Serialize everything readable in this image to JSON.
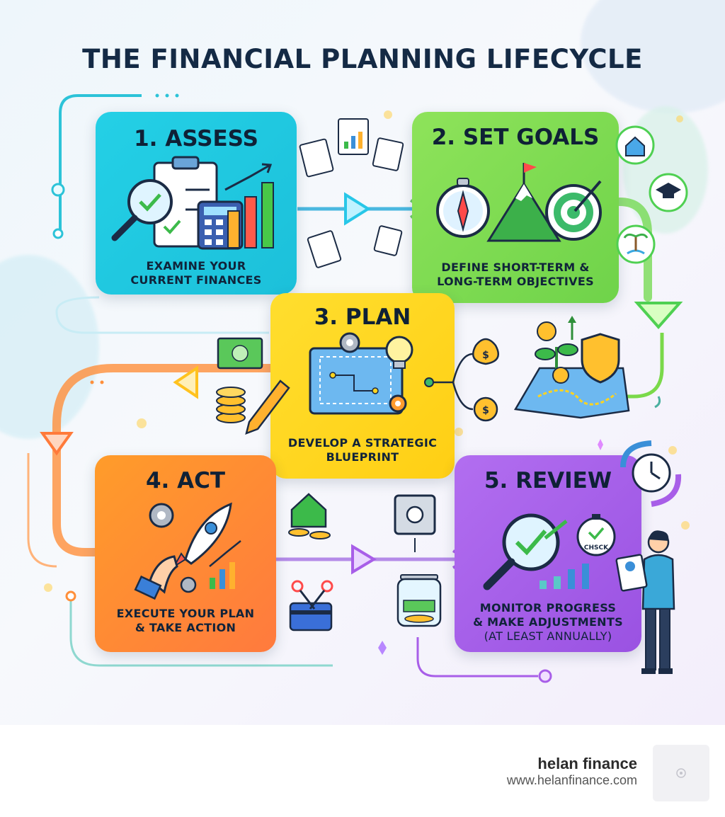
{
  "title": "THE FINANCIAL PLANNING LIFECYCLE",
  "steps": [
    {
      "title": "1. ASSESS",
      "desc_lines": [
        "EXAMINE YOUR",
        "CURRENT FINANCES"
      ]
    },
    {
      "title": "2. SET GOALS",
      "desc_lines": [
        "DEFINE SHORT-TERM &",
        "LONG-TERM OBJECTIVES"
      ]
    },
    {
      "title": "3. PLAN",
      "desc_lines": [
        "DEVELOP A STRATEGIC",
        "BLUEPRINT"
      ]
    },
    {
      "title": "4. ACT",
      "desc_lines": [
        "EXECUTE YOUR PLAN",
        "& TAKE ACTION"
      ]
    },
    {
      "title": "5. REVIEW",
      "desc_lines": [
        "MONITOR PROGRESS",
        "& MAKE ADJUSTMENTS",
        "(AT LEAST ANNUALLY)"
      ]
    }
  ],
  "stopwatch_label": "CHSCK",
  "footer": {
    "brand": "helan finance",
    "url": "www.helanfinance.com"
  },
  "colors": {
    "assess": "#22c6e0",
    "goals": "#7fd84a",
    "plan": "#ffd41f",
    "act": "#ff8a2e",
    "review": "#a85ee8",
    "title": "#142a45"
  }
}
